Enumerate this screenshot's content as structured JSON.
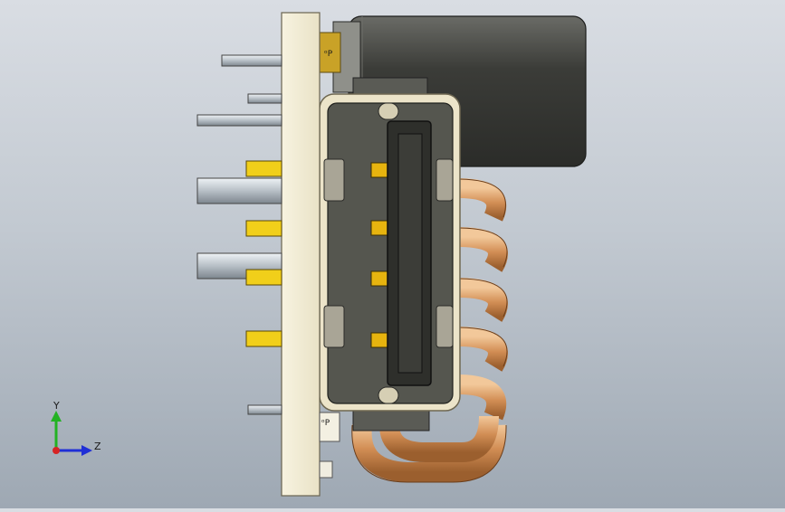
{
  "viewport": {
    "model": "component-3d-model",
    "background_top": "#d9dde3",
    "background_bottom": "#9ea8b3"
  },
  "colors": {
    "plate": "#f3eed6",
    "housing": "#55564f",
    "housing_rim": "#e8e1c8",
    "capacitor_body": "#3f403c",
    "copper": "#d79a62",
    "gold_pin": "#f1cf1a",
    "silver_pin": "#c9d0d6"
  },
  "triad": {
    "y_label": "Y",
    "z_label": "Z",
    "y_color": "#23b223",
    "z_color": "#1f2fd6",
    "x_color": "#d62424"
  }
}
